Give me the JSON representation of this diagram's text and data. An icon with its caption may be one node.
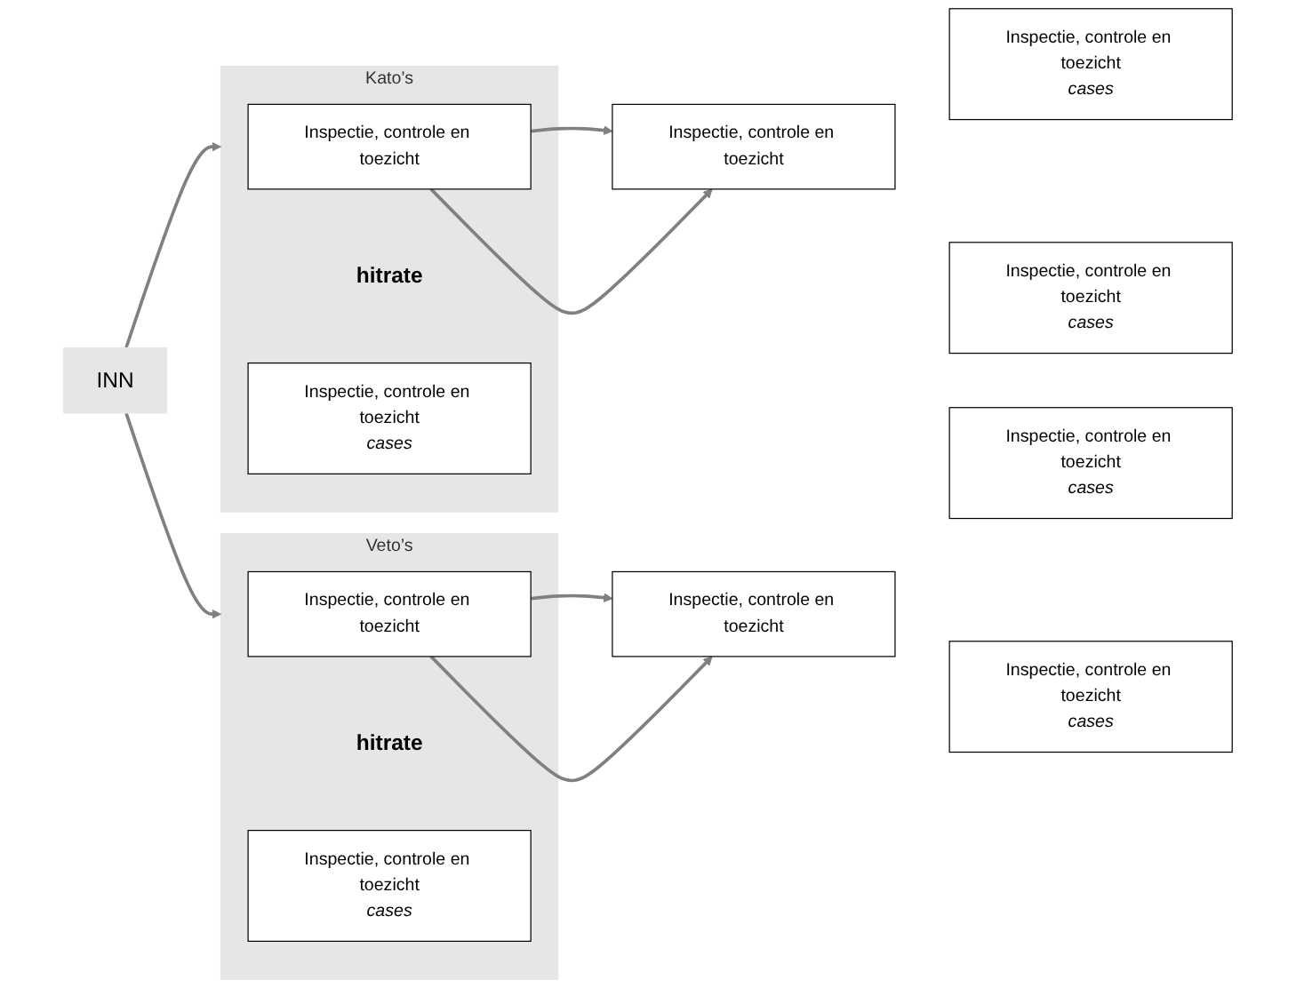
{
  "diagram": {
    "nodes": [
      {
        "text": [
          "INN"
        ]
      },
      {
        "text": [
          "Kato’s"
        ]
      },
      {
        "text": [
          "Inspectie, controle en toezicht"
        ],
        "in": 1
      },
      {
        "text": [
          "hitrate"
        ],
        "in": 1
      },
      {
        "text": [
          "Inspectie, controle en toezicht",
          "cases"
        ],
        "in": 1
      },
      {
        "text": [
          "Inspectie, controle en toezicht"
        ]
      },
      {
        "text": [
          "Inspectie, controle en toezicht",
          "cases"
        ]
      },
      {
        "text": [
          "Inspectie, controle en toezicht",
          "cases"
        ]
      },
      {
        "text": [
          "Veto’s"
        ]
      },
      {
        "text": [
          "Inspectie, controle en toezicht"
        ],
        "in": 8
      },
      {
        "text": [
          "hitrate"
        ],
        "in": 8
      },
      {
        "text": [
          "Inspectie, controle en toezicht",
          "cases"
        ],
        "in": 8
      },
      {
        "text": [
          "Inspectie, controle en toezicht"
        ]
      },
      {
        "text": [
          "Inspectie, controle en toezicht",
          "cases"
        ]
      },
      {
        "text": [
          "Inspectie, controle en toezicht",
          "cases"
        ]
      }
    ],
    "edges": [
      {
        "from": 0,
        "to": 1,
        "arrow": "to"
      },
      {
        "from": 0,
        "to": 8,
        "arrow": "to"
      },
      {
        "from": 2,
        "to": 5,
        "arrow": "to"
      },
      {
        "from": 2,
        "to": 5,
        "arrow": "to"
      },
      {
        "from": 9,
        "to": 12,
        "arrow": "to"
      },
      {
        "from": 9,
        "to": 12,
        "arrow": "to"
      }
    ]
  }
}
